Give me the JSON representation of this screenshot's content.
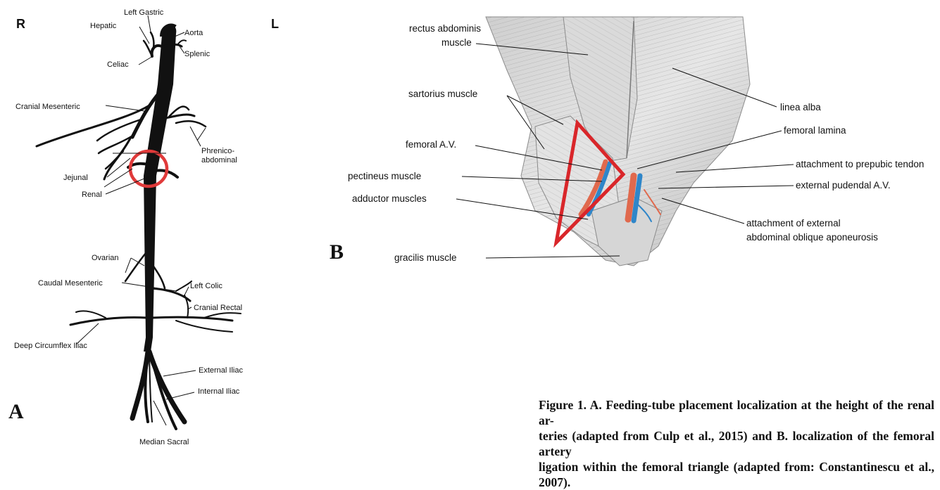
{
  "panel_a": {
    "letter": "A",
    "side_right": "R",
    "side_left": "L",
    "labels": {
      "left_gastric": "Left Gastric",
      "hepatic": "Hepatic",
      "aorta": "Aorta",
      "splenic": "Splenic",
      "celiac": "Celiac",
      "cranial_mesenteric": "Cranial Mesenteric",
      "phrenico_1": "Phrenico-",
      "phrenico_2": "abdominal",
      "jejunal": "Jejunal",
      "renal": "Renal",
      "ovarian": "Ovarian",
      "left_colic": "Left Colic",
      "caudal_mesenteric": "Caudal Mesenteric",
      "cranial_rectal": "Cranial Rectal",
      "deep_circumflex_iliac": "Deep Circumflex Iliac",
      "external_iliac": "External Iliac",
      "internal_iliac": "Internal Iliac",
      "median_sacral": "Median Sacral"
    },
    "marker_color": "#e03a3a"
  },
  "panel_b": {
    "letter": "B",
    "labels": {
      "rectus_1": "rectus abdominis",
      "rectus_2": "muscle",
      "linea_alba": "linea alba",
      "sartorius": "sartorius muscle",
      "femoral_lamina": "femoral lamina",
      "femoral_av": "femoral A.V.",
      "prepubic": "attachment to prepubic tendon",
      "pectineus": "pectineus muscle",
      "pudendal": "external pudendal A.V.",
      "adductor": "adductor muscles",
      "oblique_1": "attachment of external",
      "oblique_2": "abdominal oblique aponeurosis",
      "gracilis": "gracilis muscle"
    },
    "triangle_color": "#d9262a",
    "artery_color": "#e0694d",
    "vein_color": "#2f86c9"
  },
  "caption": {
    "line1": "Figure 1. A. Feeding-tube placement localization at the height of the renal ar-",
    "line2": "teries (adapted from Culp et al., 2015) and B. localization of the femoral artery",
    "line3": "ligation within the femoral triangle (adapted from: Constantinescu et al., 2007)."
  }
}
